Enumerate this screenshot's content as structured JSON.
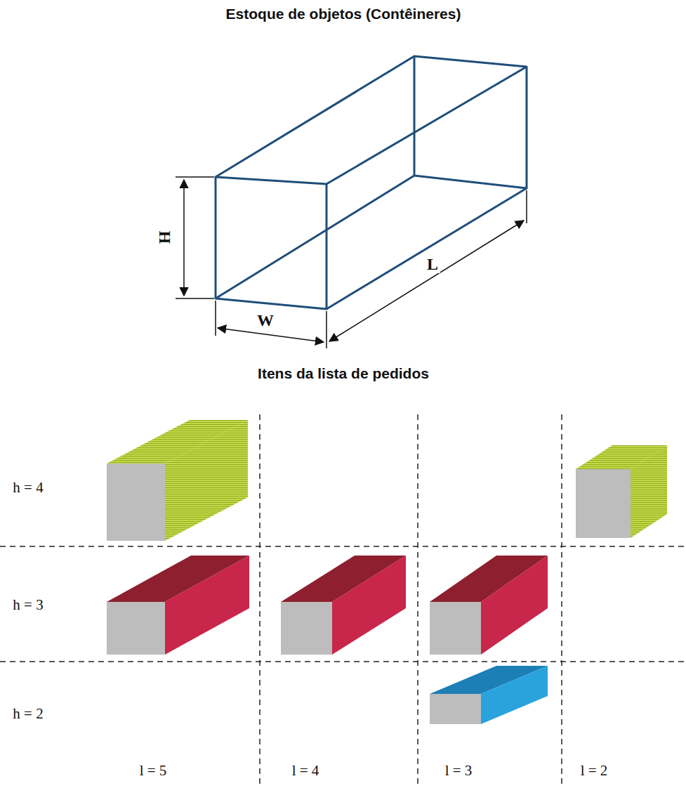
{
  "diagram": {
    "title": "Estoque de objetos (Contêineres)",
    "labels": [
      "Itens da lista de pedidos",
      "H",
      "W",
      "L",
      "h = 4",
      "h = 3",
      "h = 2",
      "l = 5",
      "l = 4",
      "l = 3",
      "l = 2"
    ]
  }
}
